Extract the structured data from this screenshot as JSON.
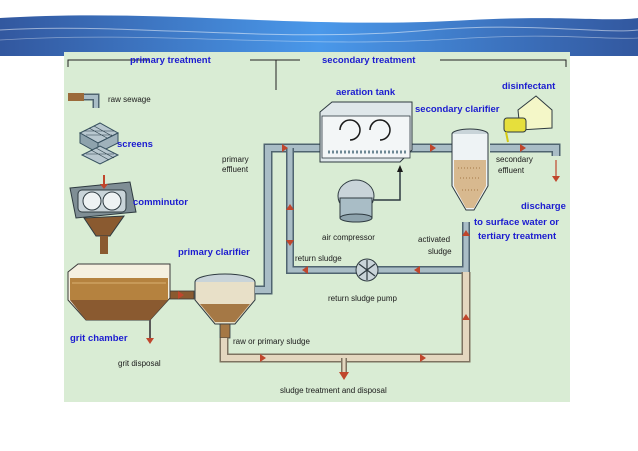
{
  "header": {
    "primary_treatment": "primary treatment",
    "secondary_treatment": "secondary treatment"
  },
  "labels": {
    "raw_sewage": "raw sewage",
    "screens": "screens",
    "comminutor": "comminutor",
    "grit_chamber": "grit chamber",
    "grit_disposal": "grit disposal",
    "primary_clarifier": "primary clarifier",
    "primary_effluent_1": "primary",
    "primary_effluent_2": "effluent",
    "aeration_tank": "aeration tank",
    "air_compressor": "air compressor",
    "activated_sludge_1": "activated",
    "activated_sludge_2": "sludge",
    "return_sludge": "return sludge",
    "return_sludge_pump": "return sludge pump",
    "raw_or_primary_sludge": "raw or primary sludge",
    "sludge_treatment": "sludge treatment and disposal",
    "secondary_clarifier": "secondary clarifier",
    "secondary_effluent_1": "secondary",
    "secondary_effluent_2": "effluent",
    "disinfectant": "disinfectant",
    "discharge_1": "discharge",
    "discharge_2": "to surface water or",
    "discharge_3": "tertiary treatment"
  },
  "colors": {
    "panel_bg": "#d9ecd4",
    "pipe_fill": "#a9bdc6",
    "pipe_stroke": "#4f6470",
    "sludge_pipe": "#e4d7bf",
    "arrow": "#c0462c",
    "label_blue": "#1b1bd0",
    "band_blue": "#1f6fd6"
  }
}
